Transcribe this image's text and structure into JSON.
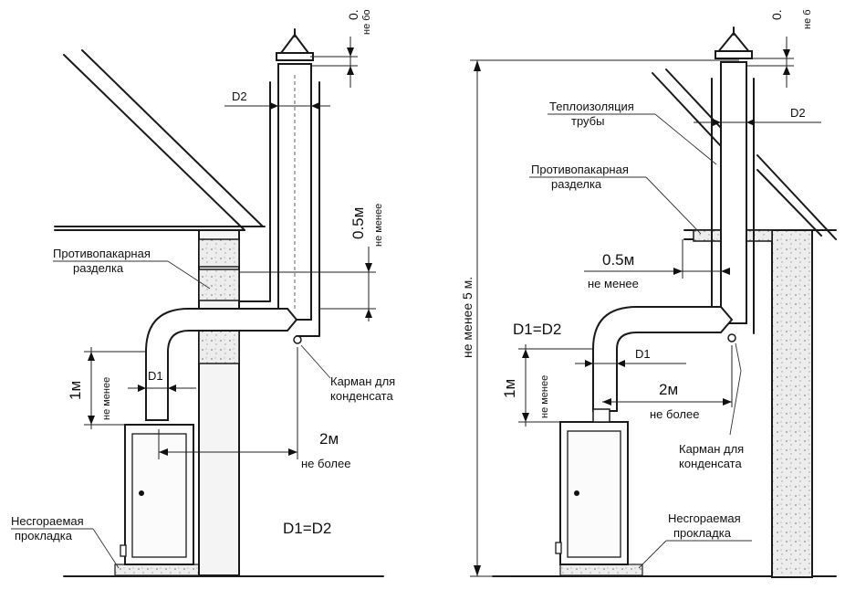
{
  "left": {
    "d2": "D2",
    "top_dim_value": "0.",
    "top_dim_note": "не бо",
    "dim_05": "0.5м",
    "dim_05_note": "не менее",
    "partition": [
      "Противопакарная",
      "разделка"
    ],
    "d1": "D1",
    "dim_1m": "1м",
    "dim_1m_note": "не менее",
    "pocket": [
      "Карман для",
      "конденсата"
    ],
    "dim_2m": "2м",
    "dim_2m_note": "не более",
    "gasket": [
      "Несгораемая",
      "прокладка"
    ],
    "equation": "D1=D2"
  },
  "right": {
    "top_dim_value": "0.",
    "top_dim_note": "не б",
    "insulation": [
      "Теплоизоляция",
      "трубы"
    ],
    "d2": "D2",
    "partition": [
      "Противопакарная",
      "разделка"
    ],
    "dim_05": "0.5м",
    "dim_05_note": "не менее",
    "equation": "D1=D2",
    "d1": "D1",
    "dim_2m": "2м",
    "dim_2m_note": "не более",
    "dim_1m": "1м",
    "dim_1m_note": "не менее",
    "height_note": "не менее 5 м.",
    "pocket": [
      "Карман для",
      "конденсата"
    ],
    "gasket": [
      "Несгораемая",
      "прокладка"
    ]
  }
}
